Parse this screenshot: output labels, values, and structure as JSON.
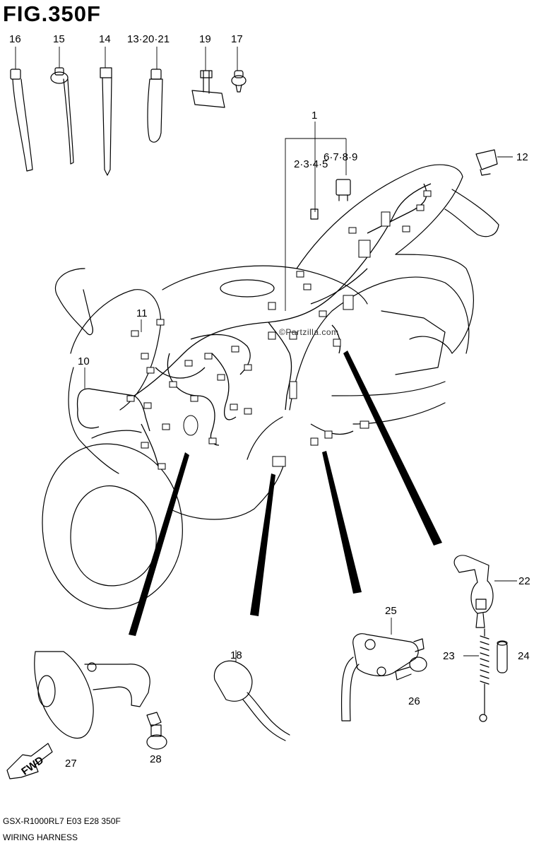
{
  "figure": {
    "title": "FIG.350F",
    "model_code": "GSX-R1000RL7  E03  E28  350F",
    "caption": "WIRING HARNESS",
    "watermark": "©Partzilla.com",
    "fwd_label": "FWD"
  },
  "callouts": {
    "c1": "1",
    "c2_5": "2·3·4·5",
    "c6_9": "6·7·8·9",
    "c10": "10",
    "c11": "11",
    "c12": "12",
    "c13_21": "13·20·21",
    "c14": "14",
    "c15": "15",
    "c16": "16",
    "c17": "17",
    "c18": "18",
    "c19": "19",
    "c22": "22",
    "c23": "23",
    "c24": "24",
    "c25": "25",
    "c26": "26",
    "c27": "27",
    "c28": "28"
  }
}
